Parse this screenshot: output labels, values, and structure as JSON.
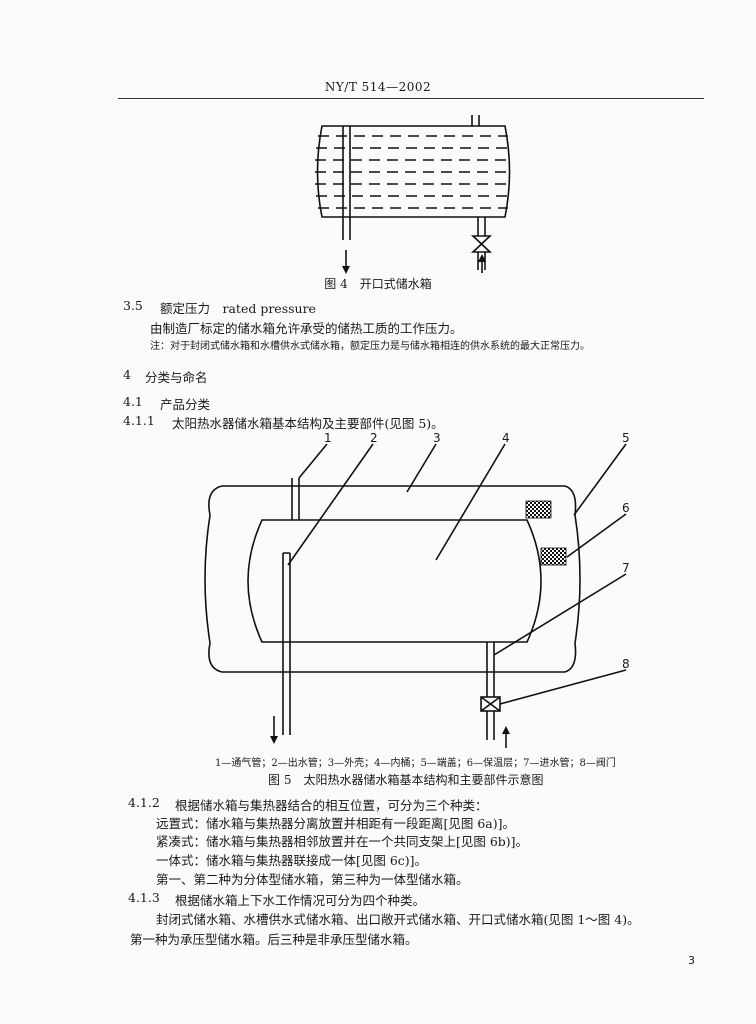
{
  "header": {
    "title": "NY/T 514—2002"
  },
  "fig4": {
    "caption": "图 4　开口式储水箱"
  },
  "sec35": {
    "number": "3.5",
    "title": "额定压力　rated pressure",
    "body": "由制造厂标定的储水箱允许承受的储热工质的工作压力。",
    "note": "注：对于封闭式储水箱和水槽供水式储水箱，额定压力是与储水箱相连的供水系统的最大正常压力。"
  },
  "sec4": {
    "number": "4",
    "title": "分类与命名"
  },
  "sec41": {
    "number": "4.1",
    "title": "产品分类"
  },
  "sec411": {
    "number": "4.1.1",
    "text": "太阳热水器储水箱基本结构及主要部件(见图 5)。"
  },
  "fig5": {
    "callouts": [
      "1",
      "2",
      "3",
      "4",
      "5",
      "6",
      "7",
      "8"
    ],
    "legend": "1—通气管；2—出水管；3—外壳；4—内桶；5—端盖；6—保温层；7—进水管；8—阀门",
    "caption": "图 5　太阳热水器储水箱基本结构和主要部件示意图"
  },
  "sec412": {
    "number": "4.1.2",
    "text": "根据储水箱与集热器结合的相互位置，可分为三个种类：",
    "items": [
      "远置式：储水箱与集热器分离放置并相距有一段距离[见图 6a)]。",
      "紧凑式：储水箱与集热器相邻放置并在一个共同支架上[见图 6b)]。",
      "一体式：储水箱与集热器联接成一体[见图 6c)]。",
      "第一、第二种为分体型储水箱，第三种为一体型储水箱。"
    ]
  },
  "sec413": {
    "number": "4.1.3",
    "text": "根据储水箱上下水工作情况可分为四个种类。",
    "items": [
      "封闭式储水箱、水槽供水式储水箱、出口敞开式储水箱、开口式储水箱(见图 1～图 4)。",
      "第一种为承压型储水箱。后三种是非承压型储水箱。"
    ]
  },
  "page_number": "3"
}
